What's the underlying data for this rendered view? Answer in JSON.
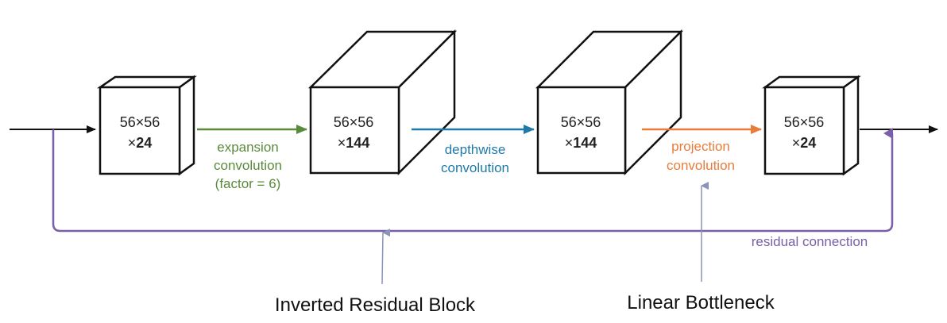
{
  "colors": {
    "black": "#111111",
    "expansion": "#5a8a3c",
    "depthwise": "#1f7aa8",
    "projection": "#e97c3a",
    "residual": "#7a5ea8",
    "pointer": "#8a93b8"
  },
  "blocks": [
    {
      "size": "56×56",
      "times": "×",
      "channels": "24"
    },
    {
      "size": "56×56",
      "times": "×",
      "channels": "144"
    },
    {
      "size": "56×56",
      "times": "×",
      "channels": "144"
    },
    {
      "size": "56×56",
      "times": "×",
      "channels": "24"
    }
  ],
  "operations": {
    "expansion": {
      "line1": "expansion",
      "line2": "convolution",
      "line3": "(factor = 6)"
    },
    "depthwise": {
      "line1": "depthwise",
      "line2": "convolution"
    },
    "projection": {
      "line1": "projection",
      "line2": "convolution"
    },
    "residual": {
      "label": "residual connection"
    }
  },
  "captions": {
    "inverted_residual": "Inverted Residual Block",
    "linear_bottleneck": "Linear Bottleneck"
  }
}
